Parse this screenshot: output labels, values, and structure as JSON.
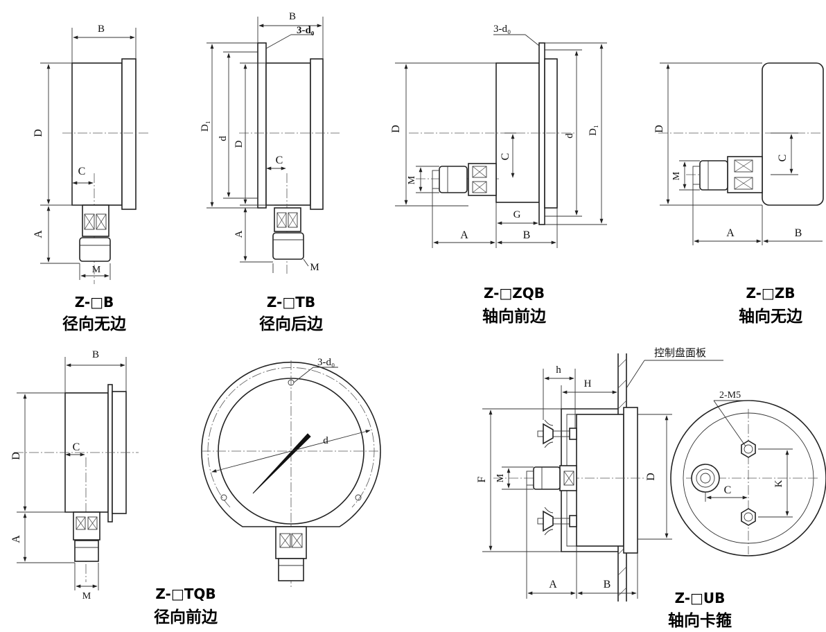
{
  "labels": {
    "A": "A",
    "B": "B",
    "C": "C",
    "D": "D",
    "D1": "D₁",
    "d": "d",
    "M": "M",
    "G": "G",
    "h": "h",
    "H": "H",
    "F": "F",
    "K": "K",
    "hole": "3-d₀",
    "m5": "2-M5",
    "panel": "控制盘面板"
  },
  "captions": {
    "zb_radial_model": "Z-□B",
    "zb_radial_desc": "径向无边",
    "ztb_model": "Z-□TB",
    "ztb_desc": "径向后边",
    "zzqb_model": "Z-□ZQB",
    "zzqb_desc": "轴向前边",
    "zzb_model": "Z-□ZB",
    "zzb_desc": "轴向无边",
    "ztqb_model": "Z-□TQB",
    "ztqb_desc": "径向前边",
    "zub_model": "Z-□UB",
    "zub_desc": "轴向卡箍"
  }
}
